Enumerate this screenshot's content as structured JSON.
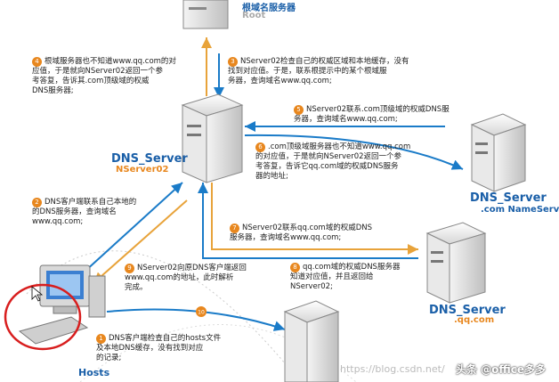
{
  "root": {
    "name": "根域名服务器",
    "sub": "Root"
  },
  "servers": {
    "nserver02": {
      "name": "DNS_Server",
      "sub": "NServer02"
    },
    "com": {
      "name": "DNS_Server",
      "sub": ".com NameServe"
    },
    "qq": {
      "name": "DNS_Server",
      "sub": ".qq.com"
    }
  },
  "client": {
    "name": "Hosts"
  },
  "steps": [
    {
      "num": "1",
      "text": "DNS客户端检查自己的hosts文件\n及本地DNS缓存，没有找到对应\n的记录;"
    },
    {
      "num": "2",
      "text": "DNS客户端联系自己本地的\n的DNS服务器，查询域名\nwww.qq.com;"
    },
    {
      "num": "3",
      "text": "NServer02检查自己的权威区域和本地缓存，没有\n找到对应值。于是，联系根提示中的某个根域服\n务器，查询域名www.qq.com;"
    },
    {
      "num": "4",
      "text": "根域服务器也不知道www.qq.com的对\n应值，于是就向NServer02返回一个参\n考答复，告诉其.com顶级域的权威\nDNS服务器;"
    },
    {
      "num": "5",
      "text": "NServer02联系.com顶级域的权威DNS服\n务器，查询域名www.qq.com;"
    },
    {
      "num": "6",
      "text": ".com顶级域服务器也不知道www.qq.com\n的对应值，于是就向NServer02返回一个参\n考答复，告诉它qq.com域的权威DNS服务\n器的地址;"
    },
    {
      "num": "7",
      "text": "NServer02联系qq.com域的权威DNS\n服务器，查询域名www.qq.com;"
    },
    {
      "num": "8",
      "text": "qq.com域的权威DNS服务器\n知道对应值，并且返回给\nNServer02;"
    },
    {
      "num": "9",
      "text": "NServer02向原DNS客户端返回\nwww.qq.com的地址，此时解析\n完成。"
    },
    {
      "num": "10",
      "text": ""
    }
  ],
  "watermark": "https://blog.csdn.net/",
  "credit": "头条 @office多多",
  "colors": {
    "arrow_blue": "#1a7bc8",
    "arrow_orange": "#e8a33a",
    "accent": "#e8871e",
    "circle": "#d81e1e"
  }
}
